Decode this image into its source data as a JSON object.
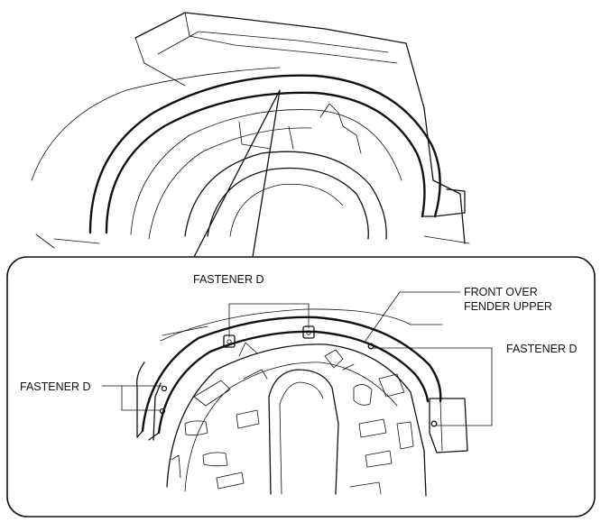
{
  "labels": {
    "fastener_top": "FASTENER D",
    "part_name_line1": "FRONT OVER",
    "part_name_line2": "FENDER UPPER",
    "fastener_right": "FASTENER D",
    "fastener_left": "FASTENER D"
  },
  "colors": {
    "line": "#111111",
    "background": "#ffffff"
  }
}
